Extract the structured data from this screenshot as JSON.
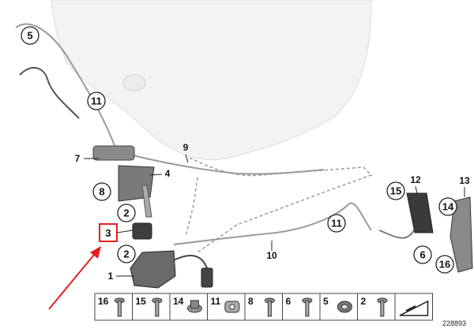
{
  "diagram_id": "228893",
  "colors": {
    "callout_stroke": "#222222",
    "highlight": "#e41f1f",
    "arrow": "#e41f1f",
    "hood": "#f4f4f4",
    "part_dark": "#4a4a4a",
    "part_mid": "#8a8a8a",
    "cable": "#9a9a9a"
  },
  "callouts_circle": [
    "5",
    "11",
    "8",
    "2",
    "2",
    "15",
    "14",
    "11",
    "6",
    "16"
  ],
  "callouts_plain": [
    "7",
    "9",
    "4",
    "1",
    "12",
    "13",
    "10"
  ],
  "callout_highlight": "3",
  "parts_strip": [
    {
      "num": "16",
      "icon": "rivet-screw-icon"
    },
    {
      "num": "15",
      "icon": "long-screw-icon"
    },
    {
      "num": "14",
      "icon": "flange-nut-icon"
    },
    {
      "num": "11",
      "icon": "cable-clip-icon"
    },
    {
      "num": "8",
      "icon": "pin-icon"
    },
    {
      "num": "6",
      "icon": "expansion-rivet-icon"
    },
    {
      "num": "5",
      "icon": "grommet-icon"
    },
    {
      "num": "2",
      "icon": "bolt-icon"
    },
    {
      "num": "",
      "icon": "wedge-icon"
    }
  ]
}
